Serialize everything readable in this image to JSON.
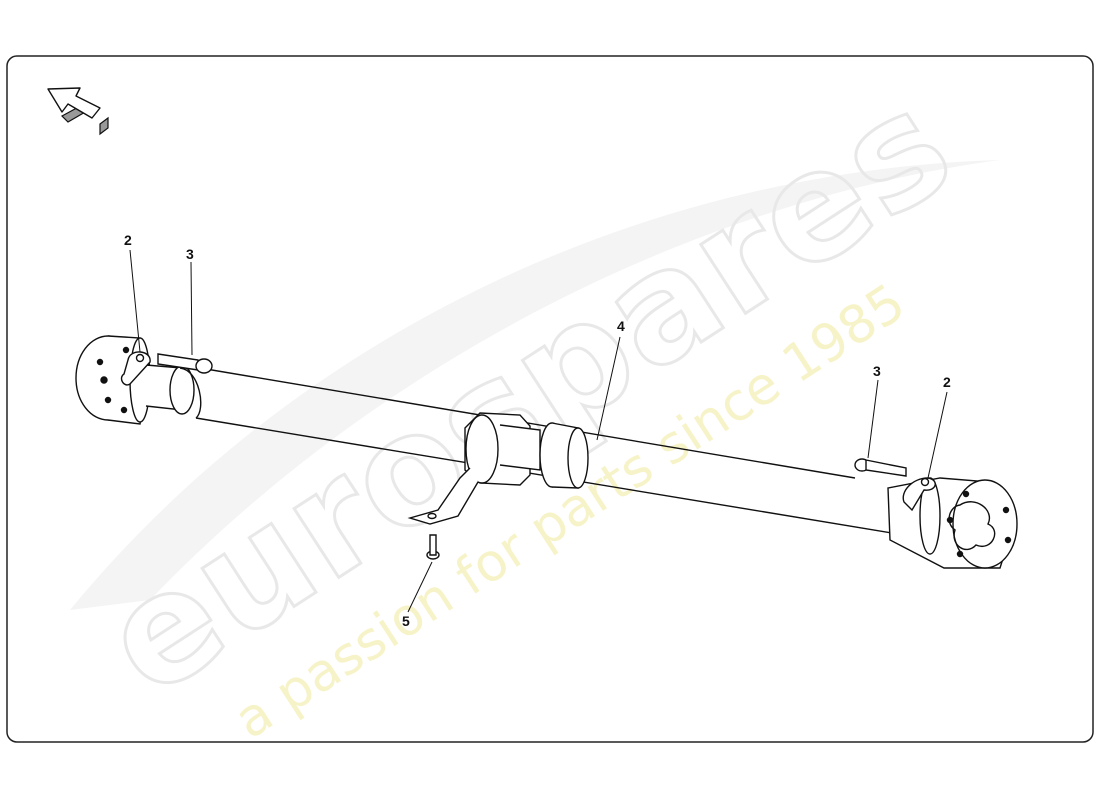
{
  "watermark": {
    "brand": "eurospares",
    "tagline": "a passion for parts since 1985"
  },
  "callouts": [
    {
      "id": "callout-2-left",
      "label": "2"
    },
    {
      "id": "callout-3-left",
      "label": "3"
    },
    {
      "id": "callout-4",
      "label": "4"
    },
    {
      "id": "callout-3-right",
      "label": "3"
    },
    {
      "id": "callout-2-right",
      "label": "2"
    },
    {
      "id": "callout-5",
      "label": "5"
    }
  ],
  "icons": {
    "orientation": "direction-arrow-icon"
  },
  "colors": {
    "line": "#111111",
    "frame": "#222222",
    "watermark_outline": "#e8e8e8",
    "watermark_tagline": "#f7f3c8"
  }
}
